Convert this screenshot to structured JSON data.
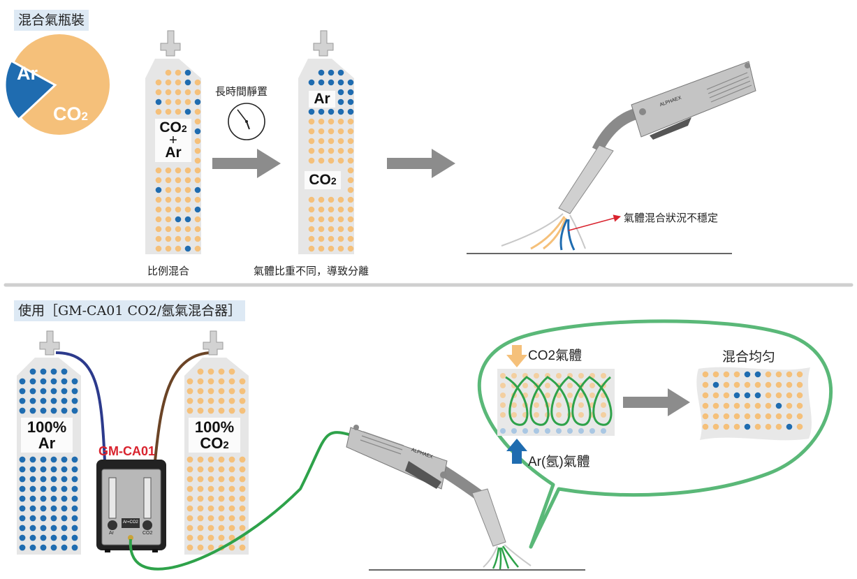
{
  "top": {
    "section_title": "混合氣瓶裝",
    "pie": {
      "ar_label": "Ar",
      "co2_label": "CO",
      "co2_sub": "2",
      "ar_fraction": 0.2
    },
    "cyl1": {
      "co2_label": "CO",
      "co2_sub": "2",
      "plus": "+",
      "ar_label": "Ar",
      "caption": "比例混合"
    },
    "standing_label": "長時間靜置",
    "cyl2": {
      "ar_label": "Ar",
      "co2_label": "CO",
      "co2_sub": "2",
      "caption": "氣體比重不同，導致分離"
    },
    "unstable_label": "氣體混合狀況不穩定",
    "torch_brand": "ALPHAEX"
  },
  "bottom": {
    "section_title": "使用［GM-CA01 CO2/氬氣混合器］",
    "ar_cylinder": {
      "pct": "100%",
      "label": "Ar"
    },
    "co2_cylinder": {
      "pct": "100%",
      "label": "CO",
      "sub": "2"
    },
    "device": {
      "name": "GM-CA01",
      "display": "Ar=CO2",
      "knob_left": "Ar",
      "knob_right": "CO2"
    },
    "co2_gas_label": "CO2氣體",
    "ar_gas_label": "Ar(氬)氣體",
    "mixed_label": "混合均匀",
    "torch_brand": "ALPHAEX"
  },
  "colors": {
    "ar_blue": "#1f6cb0",
    "co2_orange": "#f5c07a",
    "cylinder_gray": "#e6e6e6",
    "arrow_gray": "#8c8c8c",
    "bubble_green": "#5ab878",
    "hose_blue": "#2c3a8c",
    "hose_brown": "#6b4426",
    "hose_green": "#2ea24a",
    "device_red": "#d9232e"
  }
}
